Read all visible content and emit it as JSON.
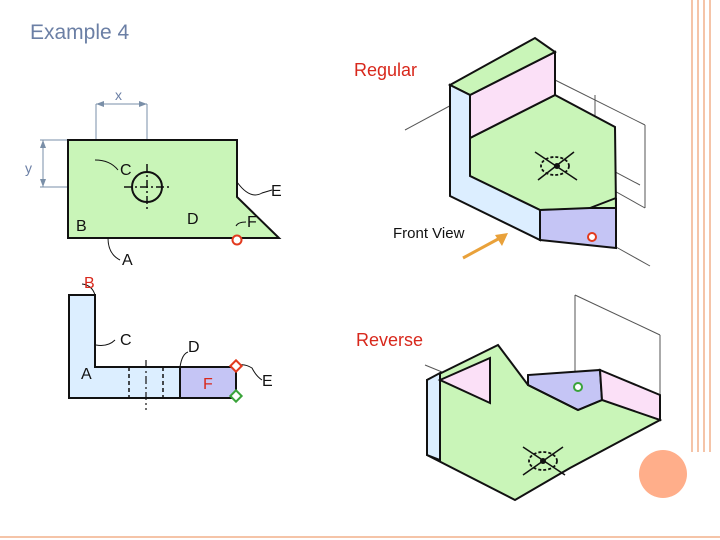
{
  "slide": {
    "title": "Example 4",
    "regular_label": "Regular",
    "reverse_label": "Reverse",
    "front_view_label": "Front View"
  },
  "dimensions": {
    "x_label": "x",
    "y_label": "y"
  },
  "top_view_labels": {
    "c": "C",
    "e": "E",
    "d": "D",
    "b": "B",
    "f": "F",
    "a": "A"
  },
  "front_view_labels": {
    "b": "B",
    "c": "C",
    "d": "D",
    "a": "A",
    "f": "F",
    "e": "E"
  },
  "colors": {
    "title": "#6b7fa5",
    "accent_red": "#d8281c",
    "face_green": "#c9f5b8",
    "face_pink": "#fbe0f7",
    "face_blue": "#dceeff",
    "face_purple": "#c5c5f5",
    "arrow_orange": "#e9a13a",
    "marker_red": "#e23a1e",
    "marker_green": "#3aa33a",
    "deco_orange": "#f7a07a",
    "deco_circle": "#ffae8a"
  },
  "icons": {
    "front_view_arrow": "arrow-icon",
    "marker_red": "red-circle-marker-icon",
    "marker_green": "green-circle-marker-icon",
    "hole": "hole-crosshair-icon"
  }
}
